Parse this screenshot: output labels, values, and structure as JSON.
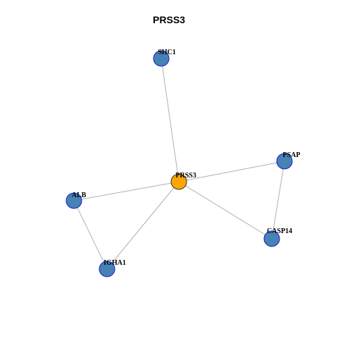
{
  "title": "PRSS3",
  "colors": {
    "center_node": "#FFA500",
    "center_stroke": "#333333",
    "node_fill": "#4682B4",
    "node_stroke": "#1a1acc",
    "edge": "#b0b0b0"
  },
  "network": {
    "center": "PRSS3",
    "nodes": [
      {
        "id": "PRSS3",
        "label": "PRSS3",
        "role": "center"
      },
      {
        "id": "SHC1",
        "label": "SHC1",
        "role": "neighbor"
      },
      {
        "id": "PSAP",
        "label": "PSAP",
        "role": "neighbor"
      },
      {
        "id": "ALB",
        "label": "ALB",
        "role": "neighbor"
      },
      {
        "id": "CASP14",
        "label": "CASP14",
        "role": "neighbor"
      },
      {
        "id": "IGHA1",
        "label": "IGHA1",
        "role": "neighbor"
      }
    ],
    "edges": [
      {
        "source": "PRSS3",
        "target": "SHC1"
      },
      {
        "source": "PRSS3",
        "target": "PSAP"
      },
      {
        "source": "PRSS3",
        "target": "ALB"
      },
      {
        "source": "PRSS3",
        "target": "CASP14"
      },
      {
        "source": "PRSS3",
        "target": "IGHA1"
      },
      {
        "source": "PSAP",
        "target": "CASP14"
      },
      {
        "source": "ALB",
        "target": "IGHA1"
      }
    ]
  }
}
